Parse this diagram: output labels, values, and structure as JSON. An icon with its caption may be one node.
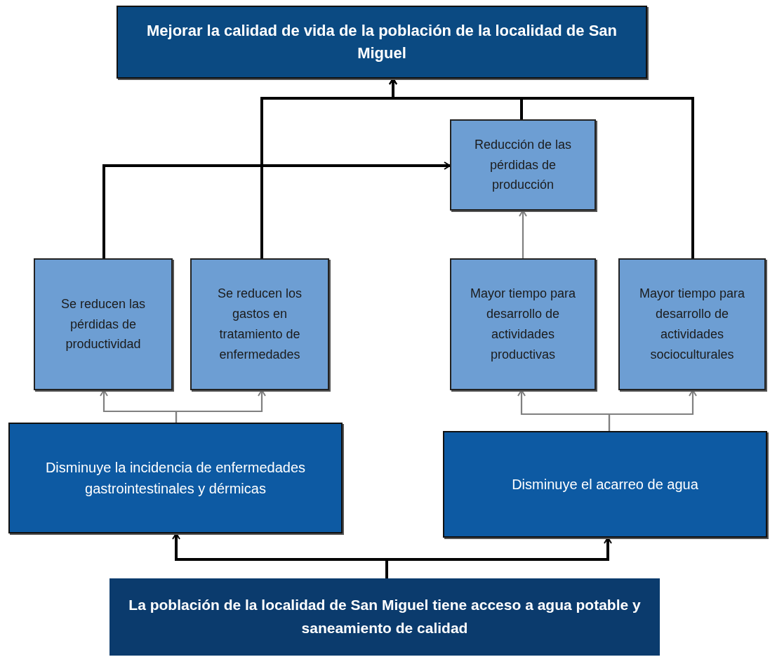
{
  "diagram": {
    "nodes": [
      {
        "text": [
          "Mejorar la calidad de vida de la población de la localidad  de San Miguel"
        ]
      },
      {
        "text": [
          "Reducción de las pérdidas de producción"
        ]
      },
      {
        "text": [
          "Se reducen las pérdidas de productividad"
        ]
      },
      {
        "text": [
          "Se reducen los gastos en tratamiento de enfermedades"
        ]
      },
      {
        "text": [
          "Mayor tiempo para desarrollo de actividades productivas"
        ]
      },
      {
        "text": [
          "Mayor tiempo para desarrollo de actividades socioculturales"
        ]
      },
      {
        "text": [
          "Disminuye la incidencia de enfermedades gastrointestinales y dérmicas"
        ]
      },
      {
        "text": [
          "Disminuye el acarreo de agua"
        ]
      },
      {
        "text": [
          "La población de la localidad de San Miguel tiene acceso a agua potable y saneamiento de calidad"
        ]
      }
    ],
    "edges": [
      {
        "from": 8,
        "to": 6,
        "arrow": "to"
      },
      {
        "from": 8,
        "to": 7,
        "arrow": "to"
      },
      {
        "from": 6,
        "to": 2,
        "arrow": "to",
        "color": "#808080"
      },
      {
        "from": 6,
        "to": 3,
        "arrow": "to",
        "color": "#808080"
      },
      {
        "from": 7,
        "to": 4,
        "arrow": "to",
        "color": "#808080"
      },
      {
        "from": 7,
        "to": 5,
        "arrow": "to",
        "color": "#808080"
      },
      {
        "from": 4,
        "to": 1,
        "arrow": "to",
        "color": "#808080"
      },
      {
        "from": 2,
        "to": 1,
        "arrow": "to"
      },
      {
        "from": 3,
        "to": 0,
        "arrow": "to"
      },
      {
        "from": 1,
        "to": 0,
        "arrow": "to"
      },
      {
        "from": 5,
        "to": 0,
        "arrow": "to"
      }
    ]
  }
}
